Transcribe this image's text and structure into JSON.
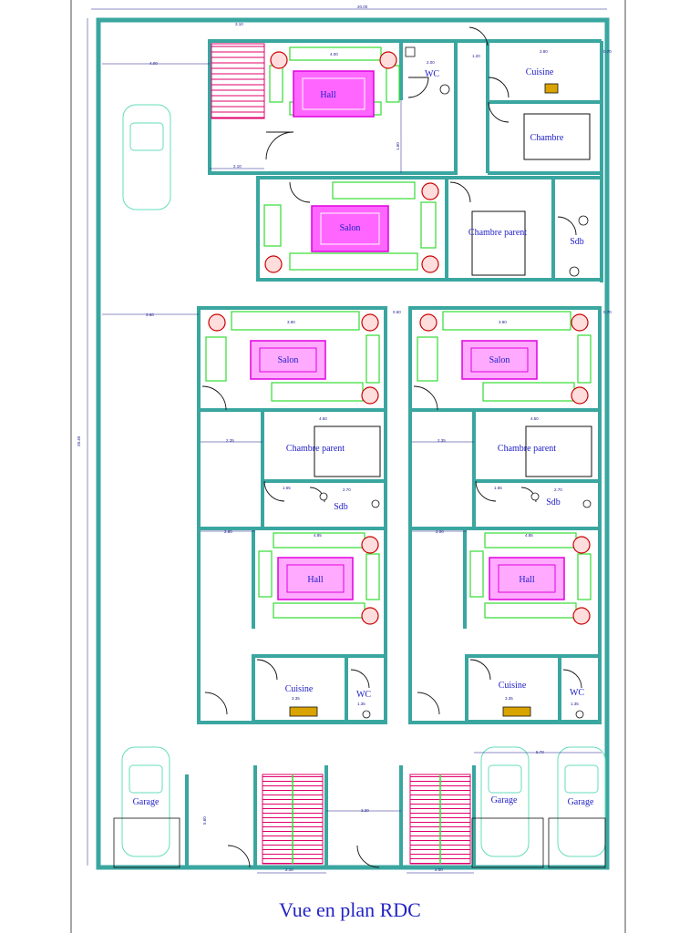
{
  "title": "Vue en plan RDC",
  "colors": {
    "wall": "#3aa6a0",
    "furniture": "#33dd33",
    "rug": "#e000e0",
    "stair": "#e0006a",
    "label": "#2020c8",
    "dim": "#1a1a8c",
    "car": "#66ddbb",
    "plant": "#cc0000"
  },
  "rooms": {
    "hall_top": "Hall",
    "wc_top": "WC",
    "cuisine_top": "Cuisine",
    "chambre_top": "Chambre",
    "salon_top": "Salon",
    "chambre_parent_top": "Chambre parent",
    "sdb_top": "Sdb",
    "salon_left": "Salon",
    "chambre_parent_left": "Chambre parent",
    "sdb_left": "Sdb",
    "hall_left": "Hall",
    "cuisine_left": "Cuisine",
    "wc_left": "WC",
    "salon_right": "Salon",
    "chambre_parent_right": "Chambre parent",
    "sdb_right": "Sdb",
    "hall_right": "Hall",
    "cuisine_right": "Cuisine",
    "wc_right": "WC",
    "garage_left": "Garage",
    "garage_mid": "Garage",
    "garage_right": "Garage"
  },
  "dims": {
    "overall_width": "20.00",
    "overall_height": "28.40",
    "d1": "3.10",
    "d2": "4.00",
    "d3": "2.00",
    "d4": "1.20",
    "d5": "3.80",
    "d6": "0.70",
    "d7": "2.10",
    "d8": "4.00",
    "d9": "3.60",
    "d10": "3.90",
    "d11": "0.60",
    "d12": "3.90",
    "d13": "0.70",
    "d14": "2.35",
    "d15": "4.50",
    "d16": "2.35",
    "d17": "4.50",
    "d18": "1.65",
    "d19": "2.70",
    "d20": "1.65",
    "d21": "2.70",
    "d22": "2.80",
    "d23": "4.85",
    "d24": "2.00",
    "d25": "4.85",
    "d26": "3.35",
    "d27": "1.35",
    "d28": "3.35",
    "d29": "1.35",
    "d30": "5.70",
    "d31": "3.30",
    "d32": "2.10",
    "d33": "2.00",
    "d34": "5.60",
    "d35": "1.60"
  }
}
